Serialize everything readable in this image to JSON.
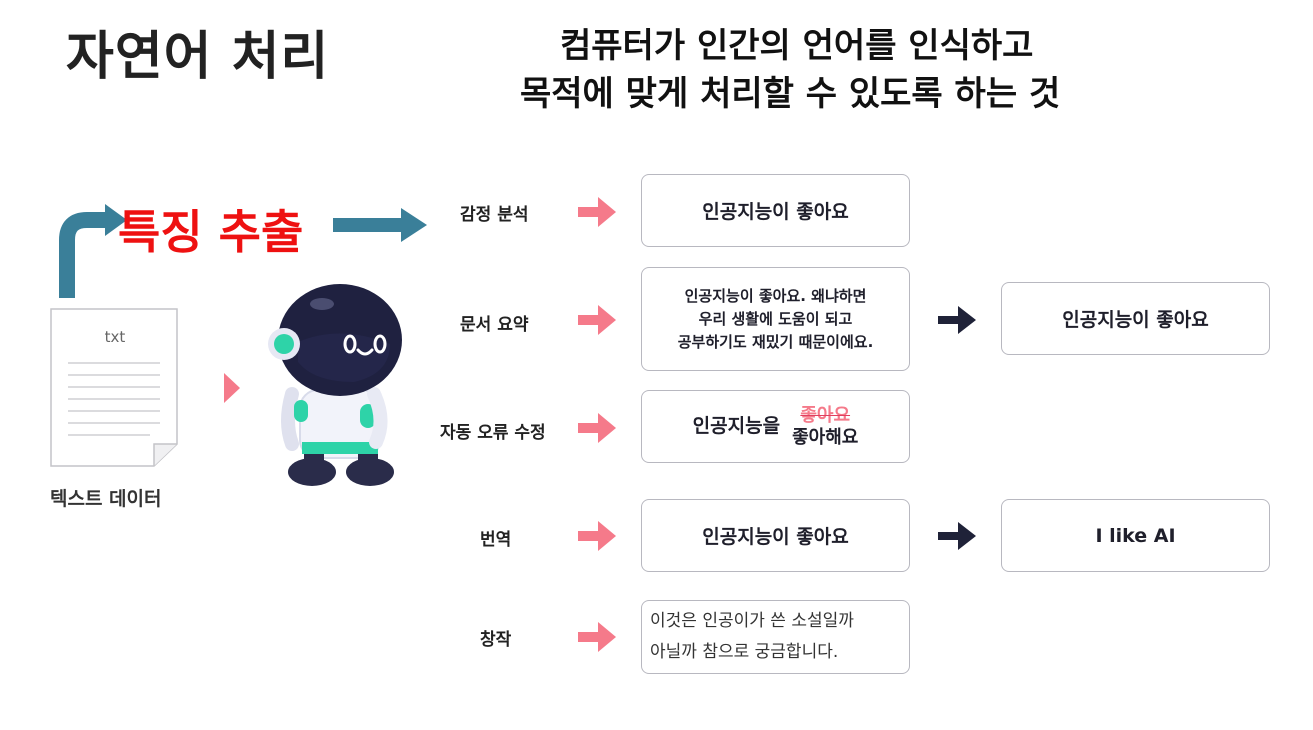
{
  "title": "자연어 처리",
  "definition": {
    "line1": "컴퓨터가 인간의 언어를 인식하고",
    "line2": "목적에 맞게 처리할 수 있도록 하는 것"
  },
  "feature_extraction": "특징 추출",
  "document": {
    "file_label": "txt",
    "caption": "텍스트 데이터"
  },
  "tasks": {
    "sentiment": {
      "label": "감정 분석",
      "input": "인공지능이 좋아요"
    },
    "summary": {
      "label": "문서 요약",
      "input_lines": [
        "인공지능이 좋아요. 왜냐하면",
        "우리 생활에 도움이 되고",
        "공부하기도 재밌기 때문이에요."
      ],
      "output": "인공지능이 좋아요"
    },
    "correction": {
      "label": "자동 오류 수정",
      "prefix": "인공지능을",
      "wrong": "좋아요",
      "fixed": "좋아해요"
    },
    "translation": {
      "label": "번역",
      "input": "인공지능이 좋아요",
      "output": "I like AI"
    },
    "creation": {
      "label": "창작",
      "lines": [
        "이것은 인공이가 쓴 소설일까",
        "아닐까 참으로 궁금합니다."
      ]
    }
  },
  "colors": {
    "teal_arrow": "#3a7f99",
    "pink_arrow": "#f57a8a",
    "dark_arrow": "#1f2238",
    "red_text": "#ee1111",
    "robot_accent": "#2ed3a8"
  }
}
